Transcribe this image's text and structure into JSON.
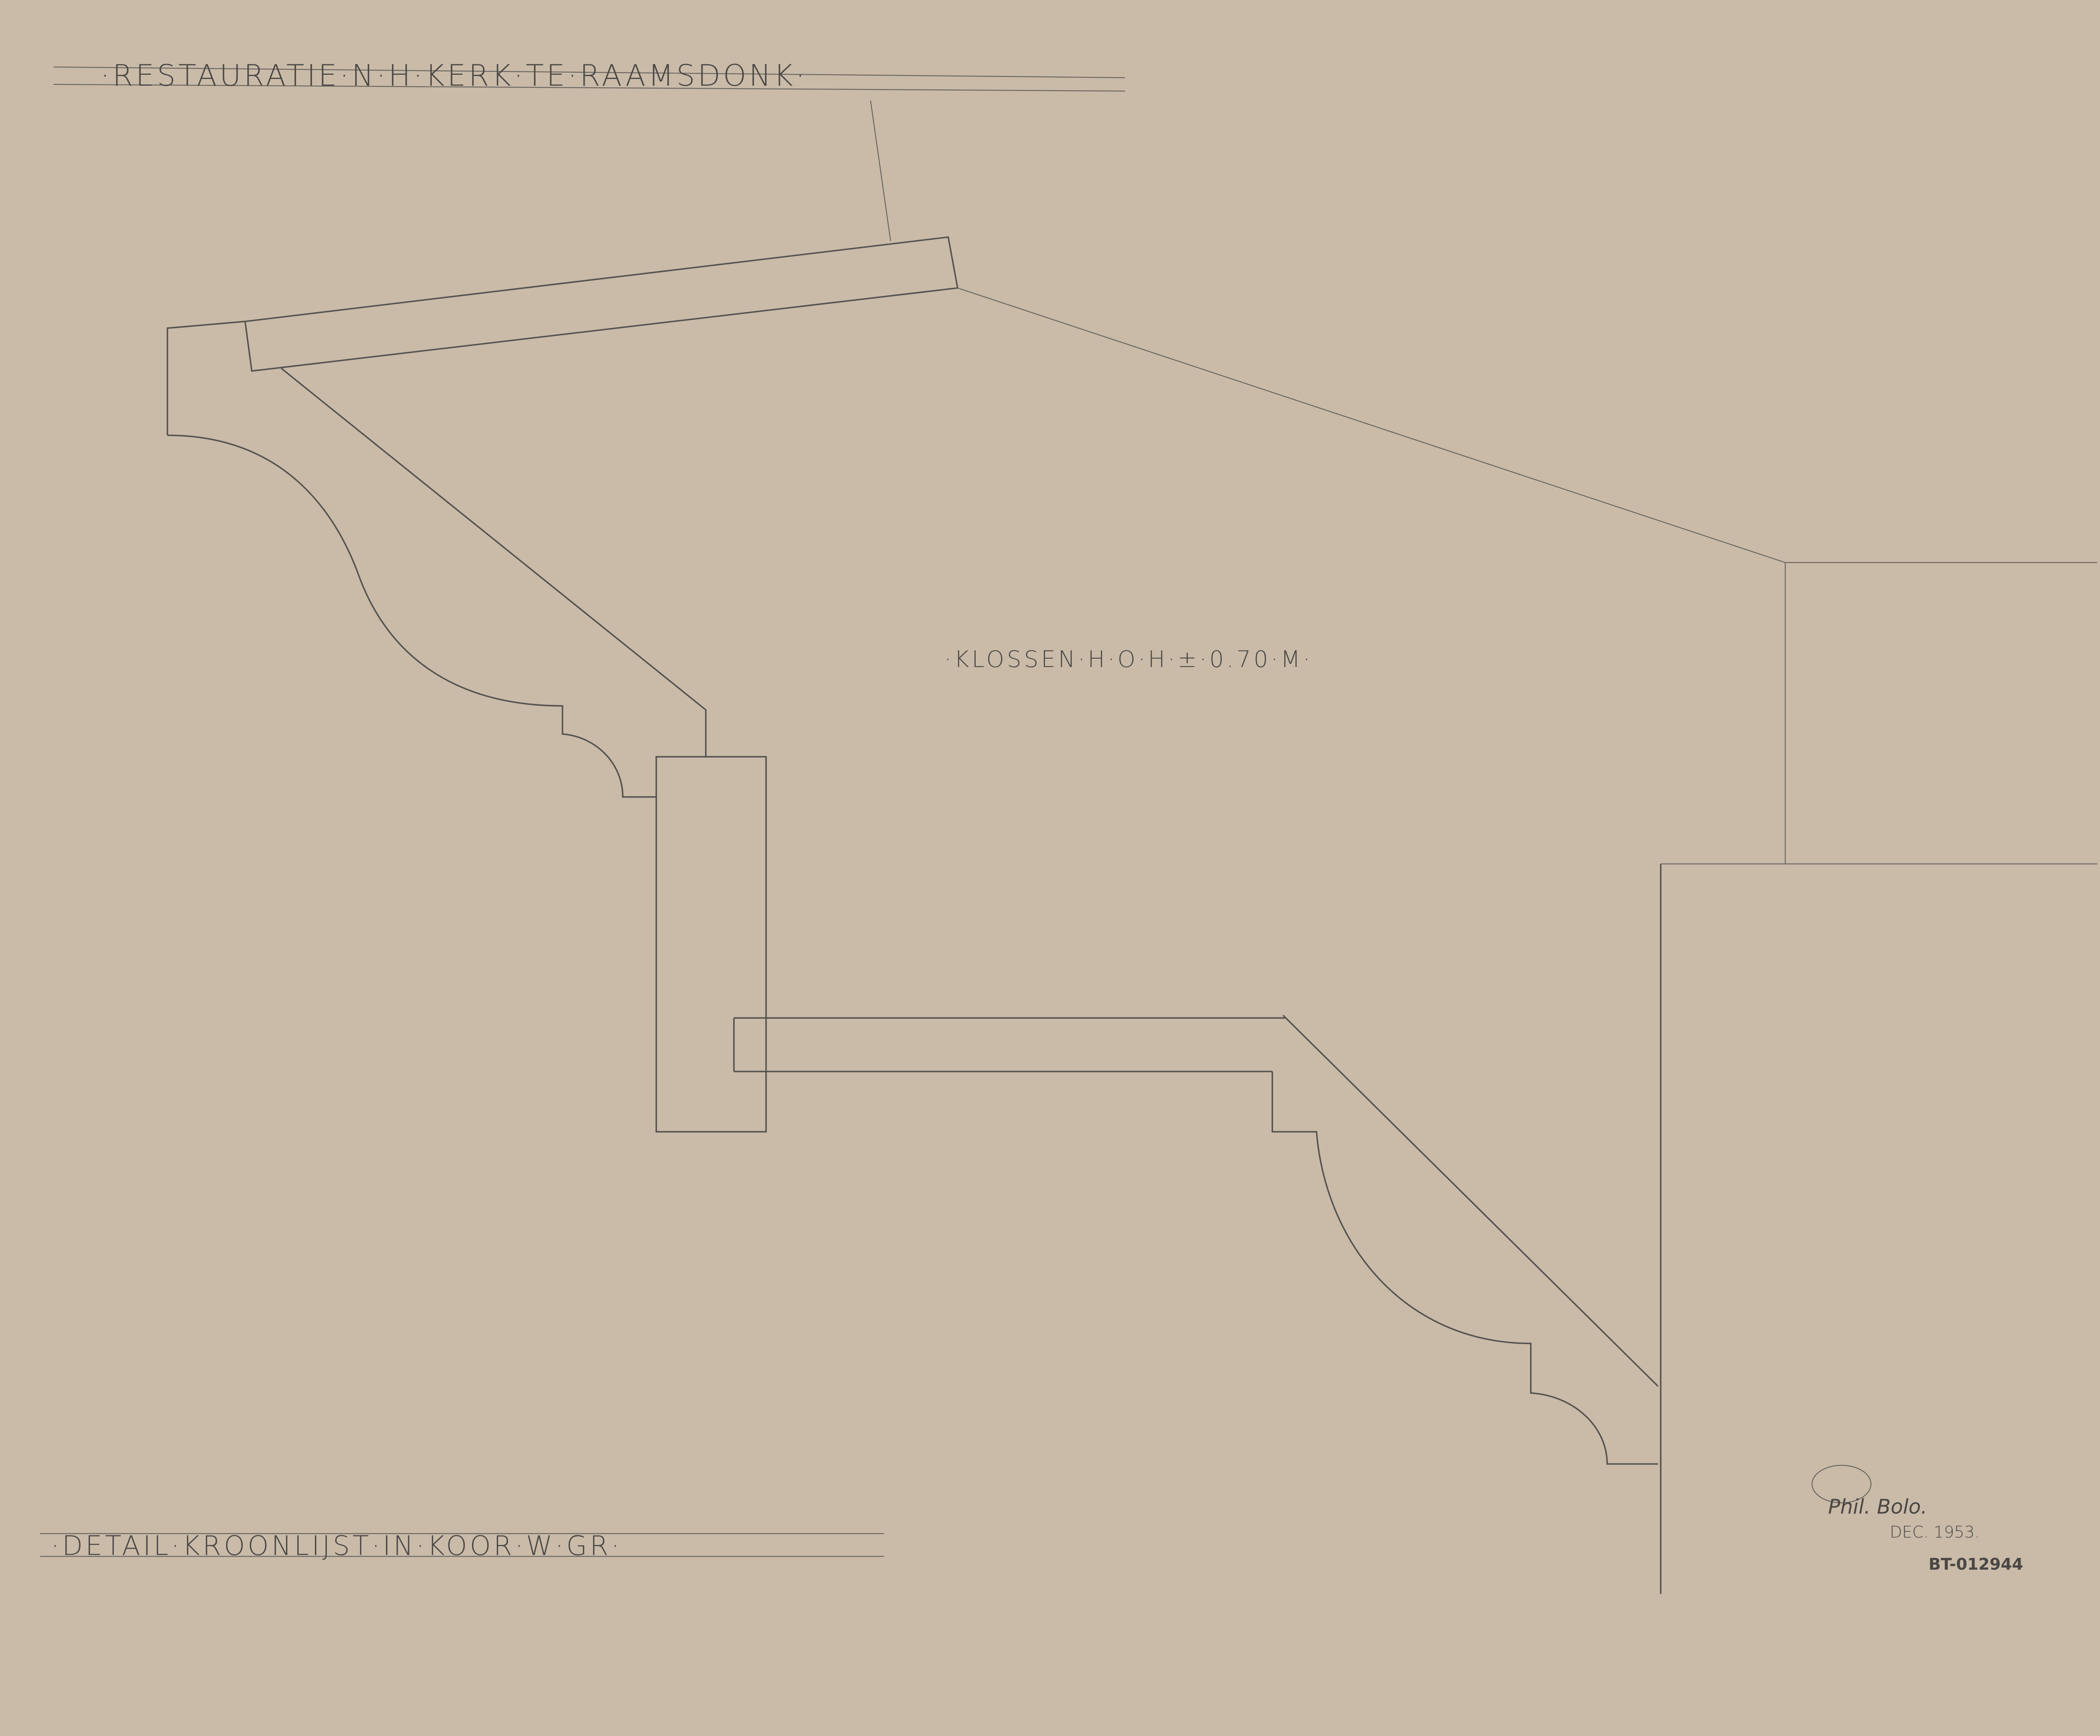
{
  "drawing": {
    "title": "·RESTAURATIE·N·H·KERK·TE·RAAMSDONK·",
    "subtitle": "·DETAIL·KROONLIJST·IN·KOOR·W·GR·",
    "annotation": "·KLOSSEN·H·O·H·±·0.70·M·",
    "signature": "Phil. Bolo.",
    "date": "DEC. 1953.",
    "archive_id": "BT-012944"
  },
  "colors": {
    "paper": "#c9bba8",
    "pencil": "#55524f"
  }
}
